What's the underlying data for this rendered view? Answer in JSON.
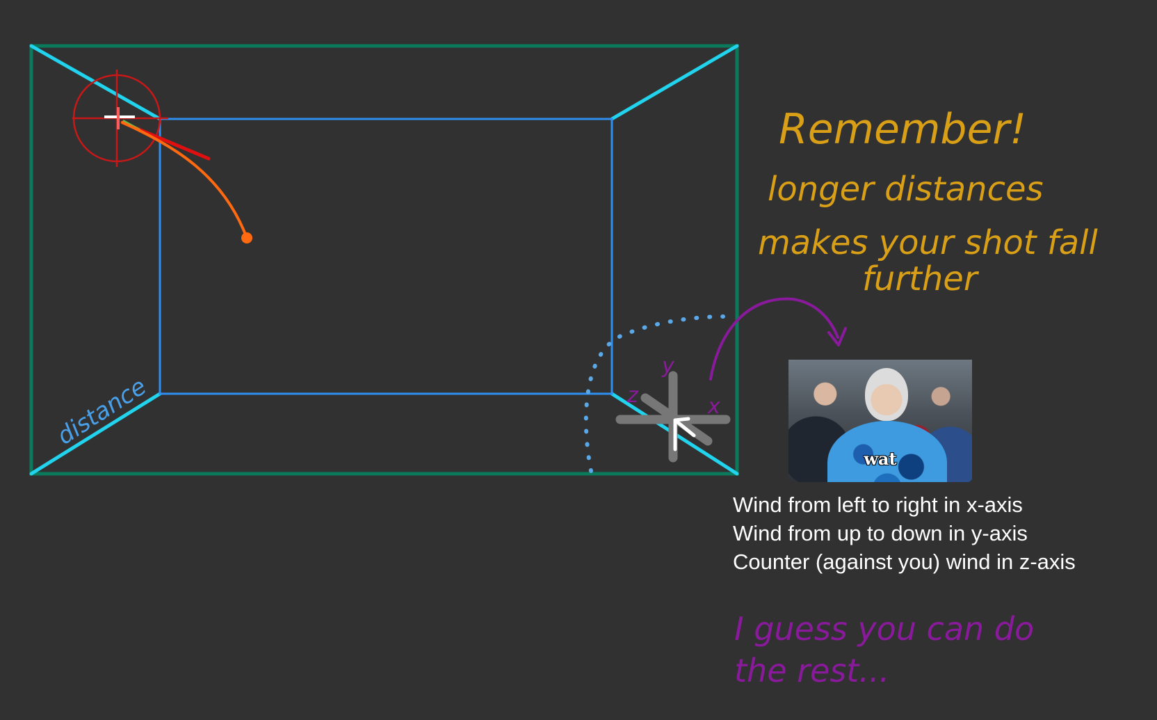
{
  "labels": {
    "distance": "distance",
    "axis_y": "y",
    "axis_z": "z",
    "axis_x": "x"
  },
  "notes": {
    "remember_line1": "Remember!",
    "remember_line2": "longer distances",
    "remember_line3": "makes your shot fall",
    "remember_line4": "further",
    "rest_line1": "I guess you can do",
    "rest_line2": "the rest..."
  },
  "meme": {
    "caption": "wat"
  },
  "wind": {
    "lines": [
      "Wind from left to right in x-axis",
      "Wind from up to down in y-axis",
      "Counter (against you) wind in z-axis"
    ]
  },
  "colors": {
    "background": "#313131",
    "outer_frame": "#0b7a5c",
    "perspective_lines": "#22d3ee",
    "inner_frame": "#2e8ff0",
    "crosshair": "#c81818",
    "trajectory": "#ff6a10",
    "aim_line": "#e01010",
    "note_yellow": "#d9a017",
    "note_purple": "#8a1a9c",
    "dotted_arc": "#5aa8e8",
    "gizmo": "#777777",
    "distance_label": "#4aa0e8"
  },
  "icons": [
    "crosshair-icon",
    "cursor-arrow-icon",
    "axis-gizmo-icon"
  ]
}
